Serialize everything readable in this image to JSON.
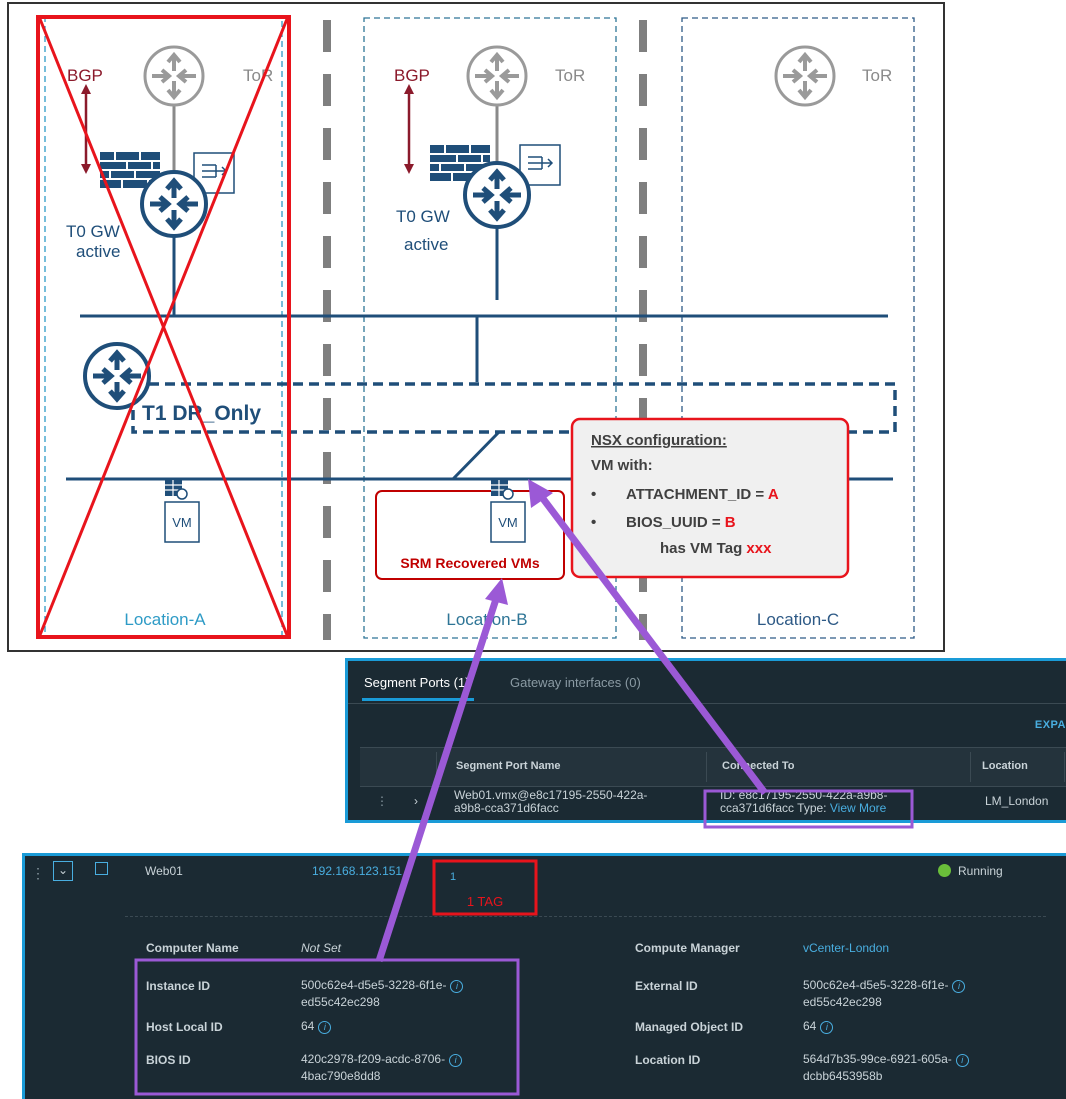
{
  "diagram": {
    "locations": [
      "Location-A",
      "Location-B",
      "Location-C"
    ],
    "tor_label": "ToR",
    "bgp_label": "BGP",
    "t0_line1": "T0 GW",
    "t0_line2": "active",
    "t1_label": "T1 DR_Only",
    "vm_label": "VM",
    "srm_label": "SRM Recovered VMs",
    "nat_label": "NAT",
    "nsx_box": {
      "title": "NSX configuration:",
      "subtitle": "VM with:",
      "bullet1_prefix": "ATTACHMENT_ID = ",
      "bullet1_value": "A",
      "bullet2_prefix": "BIOS_UUID = ",
      "bullet2_value": "B",
      "line3_prefix": "has VM Tag ",
      "line3_value": "xxx"
    },
    "colors": {
      "navy": "#1f4e79",
      "teal": "#2e9bc6",
      "red": "#e8141c",
      "purple": "#9b59d6",
      "bgp": "#8b1a2b",
      "gray": "#9a9a9a"
    }
  },
  "segment_ports": {
    "tab_active": "Segment Ports (1)",
    "tab_gateway": "Gateway interfaces (0)",
    "expand_label": "EXPA",
    "columns": [
      "Segment Port Name",
      "Connected To",
      "Location"
    ],
    "row": {
      "name_line1": "Web01.vmx@e8c17195-2550-422a-",
      "name_line2": "a9b8-cca371d6facc",
      "connected_line1": "ID: e8c17195-2550-422a-a9b8-",
      "connected_line2": "cca371d6facc Type: ",
      "connected_link": "View More",
      "location": "LM_London"
    }
  },
  "vm_detail": {
    "name": "Web01",
    "ip": "192.168.123.151",
    "tag_count": "1",
    "tag_label": "1 TAG",
    "status": "Running",
    "fields_left": [
      {
        "label": "Computer Name",
        "value": "Not Set"
      },
      {
        "label": "Instance ID",
        "value_line1": "500c62e4-d5e5-3228-6f1e-",
        "value_line2": "ed55c42ec298"
      },
      {
        "label": "Host Local ID",
        "value": "64"
      },
      {
        "label": "BIOS ID",
        "value_line1": "420c2978-f209-acdc-8706-",
        "value_line2": "4bac790e8dd8"
      }
    ],
    "fields_right": [
      {
        "label": "Compute Manager",
        "value": "vCenter-London"
      },
      {
        "label": "External ID",
        "value_line1": "500c62e4-d5e5-3228-6f1e-",
        "value_line2": "ed55c42ec298"
      },
      {
        "label": "Managed Object ID",
        "value": "64"
      },
      {
        "label": "Location ID",
        "value_line1": "564d7b35-99ce-6921-605a-",
        "value_line2": "dcbb6453958b"
      }
    ]
  }
}
